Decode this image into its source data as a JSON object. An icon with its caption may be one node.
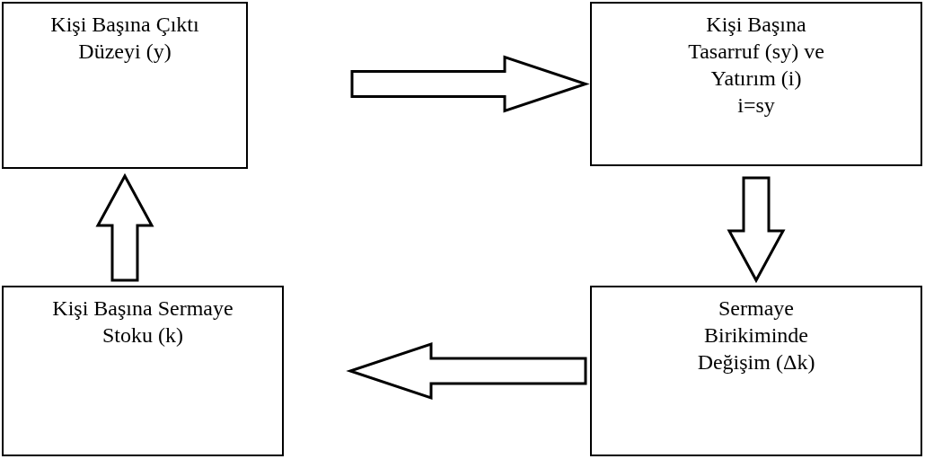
{
  "diagram": {
    "nodes": [
      {
        "text": [
          "Kişi Başına Çıktı Düzeyi (y)"
        ]
      },
      {
        "text": [
          "Kişi Başına Tasarruf (sy) ve Yatırım (i)",
          "i=sy"
        ]
      },
      {
        "text": [
          "Sermaye Birikiminde Değişim (Δk)"
        ]
      },
      {
        "text": [
          "Kişi Başına Sermaye Stoku (k)"
        ]
      }
    ],
    "edges": [
      {
        "from": 0,
        "to": 1,
        "arrow": "to"
      },
      {
        "from": 1,
        "to": 2,
        "arrow": "to"
      },
      {
        "from": 2,
        "to": 3,
        "arrow": "to"
      },
      {
        "from": 3,
        "to": 0,
        "arrow": "to"
      }
    ]
  }
}
